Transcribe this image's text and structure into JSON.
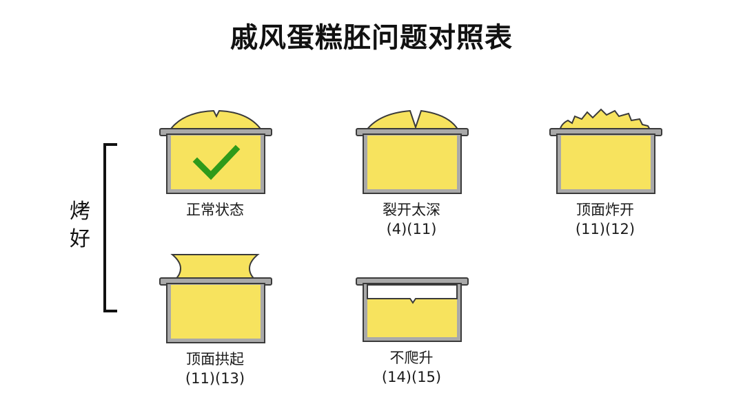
{
  "title": "戚风蛋糕胚问题对照表",
  "side_label": {
    "line1": "烤",
    "line2": "好"
  },
  "colors": {
    "cake": "#f7e35e",
    "pan_fill": "#a9a9a9",
    "pan_outline": "#3a3a3a",
    "check": "#2e9a1a",
    "text": "#1a1a1a"
  },
  "items": [
    {
      "id": "normal",
      "caption": "正常状态",
      "refs": "",
      "icon": "check-icon"
    },
    {
      "id": "deep-crack",
      "caption": "裂开太深",
      "refs": "(4)(11)"
    },
    {
      "id": "top-burst",
      "caption": "顶面炸开",
      "refs": "(11)(12)"
    },
    {
      "id": "top-arched",
      "caption": "顶面拱起",
      "refs": "(11)(13)"
    },
    {
      "id": "no-rise",
      "caption": "不爬升",
      "refs": "(14)(15)"
    }
  ]
}
